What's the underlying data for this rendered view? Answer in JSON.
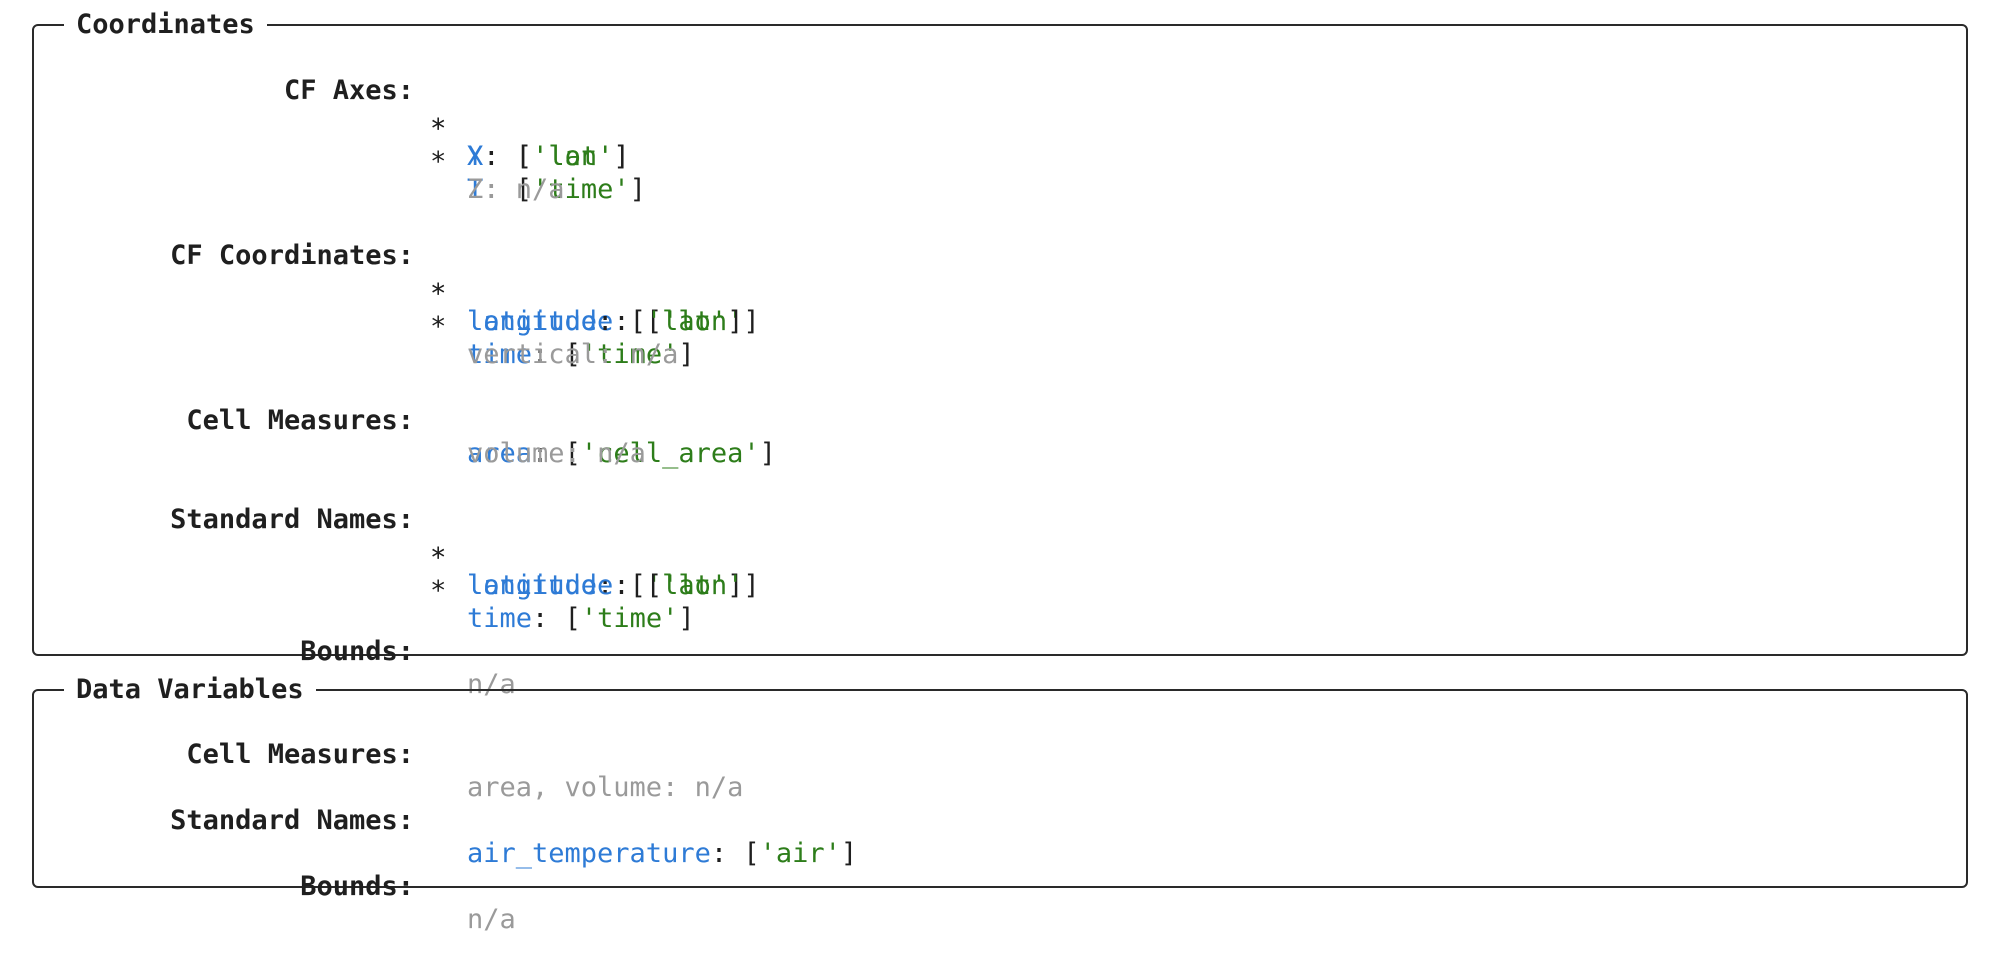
{
  "colors": {
    "key": "#2e7bd6",
    "string": "#2d7d1a",
    "na": "#9a9a9a",
    "text": "#1f1f1f",
    "border": "#2a2a2a"
  },
  "coordinates": {
    "title": "Coordinates",
    "cf_axes": {
      "label": "CF Axes:",
      "entries": [
        {
          "key": "X",
          "value": "'lon'",
          "present": true
        },
        {
          "key": "Y",
          "value": "'lat'",
          "present": true
        },
        {
          "key": "T",
          "value": "'time'",
          "present": true
        },
        {
          "key": "Z",
          "value": "n/a",
          "present": false
        }
      ]
    },
    "cf_coordinates": {
      "label": "CF Coordinates:",
      "entries": [
        {
          "key": "longitude",
          "value": "'lon'",
          "present": true
        },
        {
          "key": "latitude",
          "value": "'lat'",
          "present": true
        },
        {
          "key": "time",
          "value": "'time'",
          "present": true
        },
        {
          "key": "vertical",
          "value": "n/a",
          "present": false
        }
      ]
    },
    "cell_measures": {
      "label": "Cell Measures:",
      "entries": [
        {
          "key": "area",
          "value": "'cell_area'",
          "present": true
        },
        {
          "key": "volume",
          "value": "n/a",
          "present": false
        }
      ]
    },
    "standard_names": {
      "label": "Standard Names:",
      "entries": [
        {
          "key": "latitude",
          "value": "'lat'",
          "present": true
        },
        {
          "key": "longitude",
          "value": "'lon'",
          "present": true
        },
        {
          "key": "time",
          "value": "'time'",
          "present": true
        }
      ]
    },
    "bounds": {
      "label": "Bounds:",
      "value": "n/a"
    }
  },
  "data_variables": {
    "title": "Data Variables",
    "cell_measures": {
      "label": "Cell Measures:",
      "value": "area, volume: n/a"
    },
    "standard_names": {
      "label": "Standard Names:",
      "entries": [
        {
          "key": "air_temperature",
          "value": "'air'"
        }
      ]
    },
    "bounds": {
      "label": "Bounds:",
      "value": "n/a"
    }
  },
  "glyphs": {
    "star": "∗",
    "colon": ":",
    "open_bracket": "[",
    "close_bracket": "]"
  }
}
